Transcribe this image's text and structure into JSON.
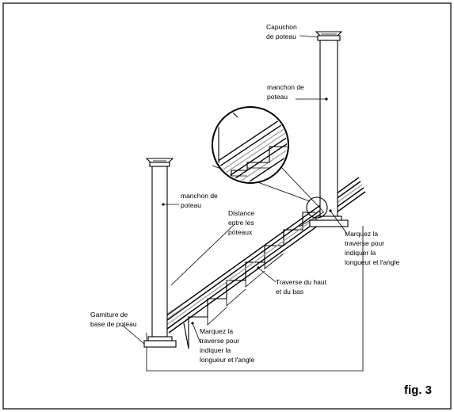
{
  "labels": {
    "cap_line1": "Capuchon",
    "cap_line2": "de poteau",
    "sleeve_right_line1": "manchon de",
    "sleeve_right_line2": "poteau",
    "sleeve_left_line1": "manchon de",
    "sleeve_left_line2": "poteau",
    "distance_line1": "Distance",
    "distance_line2": "entre les",
    "distance_line3": "poteaux",
    "mark_right_line1": "Marquez la",
    "mark_right_line2": "traverse pour",
    "mark_right_line3": "indiquer la",
    "mark_right_line4": "longueur et l'angle",
    "rail_line1": "Traverse du haut",
    "rail_line2": "et du bas",
    "base_line1": "Garniture de",
    "base_line2": "base de poteau",
    "mark_left_line1": "Marquez la",
    "mark_left_line2": "traverse pour",
    "mark_left_line3": "indiquer la",
    "mark_left_line4": "longueur et l'angle"
  },
  "figure_label": "fig. 3",
  "colors": {
    "line": "#000000",
    "rail_highlight": "#9a9a9a",
    "background": "#ffffff"
  }
}
